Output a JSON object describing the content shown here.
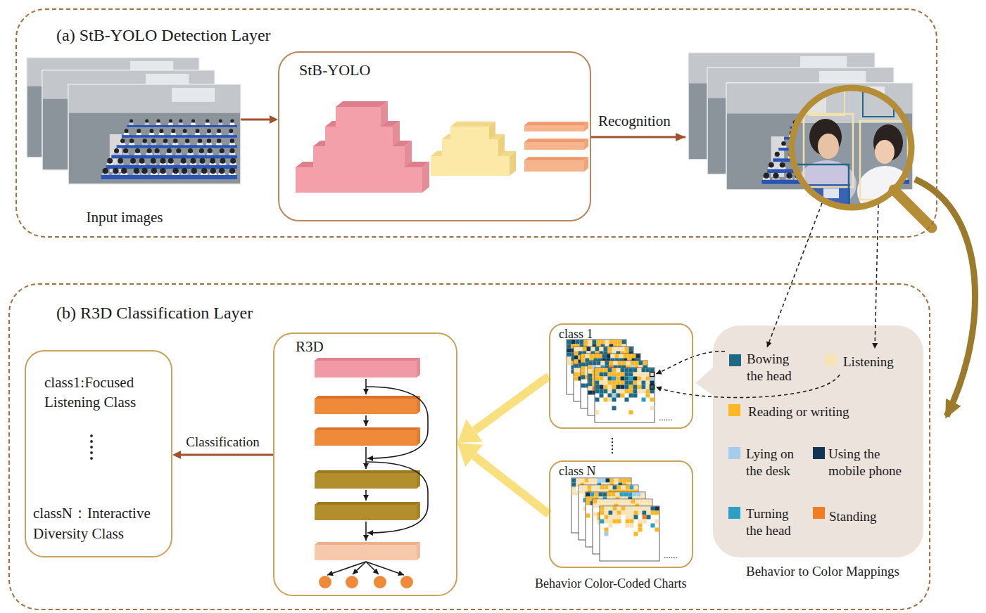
{
  "diagram": {
    "nodes": [
      {
        "text": [
          "(a) StB-YOLO Detection Layer"
        ]
      },
      {
        "text": [
          "Input images"
        ],
        "in": 0
      },
      {
        "text": [
          "StB-YOLO"
        ],
        "in": 0
      },
      {
        "text": [
          "(b) R3D Classification Layer"
        ]
      },
      {
        "text": [
          "class1:Focused Listening Class",
          "classN：Interactive Diversity Class"
        ],
        "in": 3
      },
      {
        "text": [
          "R3D"
        ],
        "in": 3
      },
      {
        "text": [
          "class 1"
        ],
        "in": 3
      },
      {
        "text": [
          "class N"
        ],
        "in": 3
      },
      {
        "text": [
          "Behavior to Color Mappings"
        ],
        "in": 3
      }
    ],
    "edges": [
      {
        "from": 1,
        "to": 2,
        "arrow": "to"
      },
      {
        "from": 5,
        "to": 4,
        "label": "Classification",
        "arrow": "to"
      },
      {
        "from": 6,
        "to": 5,
        "arrow": "to"
      },
      {
        "from": 7,
        "to": 5,
        "arrow": "to"
      }
    ],
    "labels": [
      "Recognition",
      "......",
      "......",
      "Behavior Color-Coded Charts"
    ],
    "legend": [
      {
        "text": "Bowing the head",
        "color": "#1e6a85"
      },
      {
        "text": "Listening",
        "color": "#f8e3b8"
      },
      {
        "text": "Reading or writing",
        "color": "#fbb826"
      },
      {
        "text": "Lying on the desk",
        "color": "#a3cdea"
      },
      {
        "text": "Using the mobile phone",
        "color": "#0f3550"
      },
      {
        "text": "Turning the head",
        "color": "#2b9fc4"
      },
      {
        "text": "Standing",
        "color": "#f07d22"
      }
    ]
  }
}
